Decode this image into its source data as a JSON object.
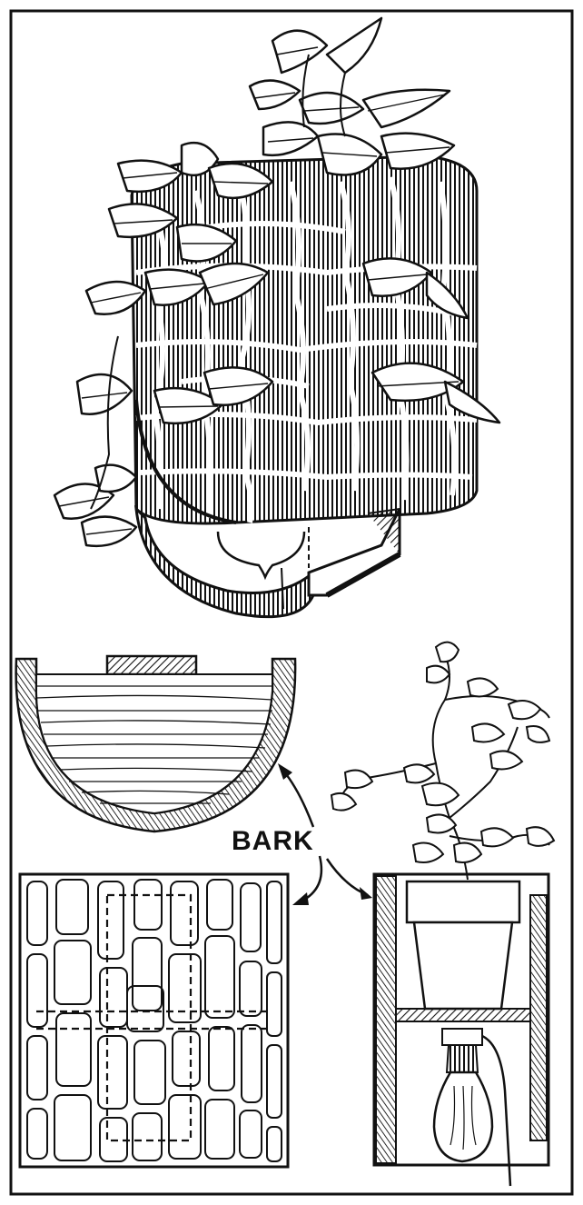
{
  "labels": {
    "bark": "BARK"
  },
  "colors": {
    "ink": "#111111",
    "paper": "#ffffff"
  },
  "icons": {
    "lamp": "bark-plant-lamp-illustration",
    "cross_section": "half-round-section",
    "elevation": "bark-panel-elevation",
    "cutaway": "lamp-cutaway-section"
  }
}
